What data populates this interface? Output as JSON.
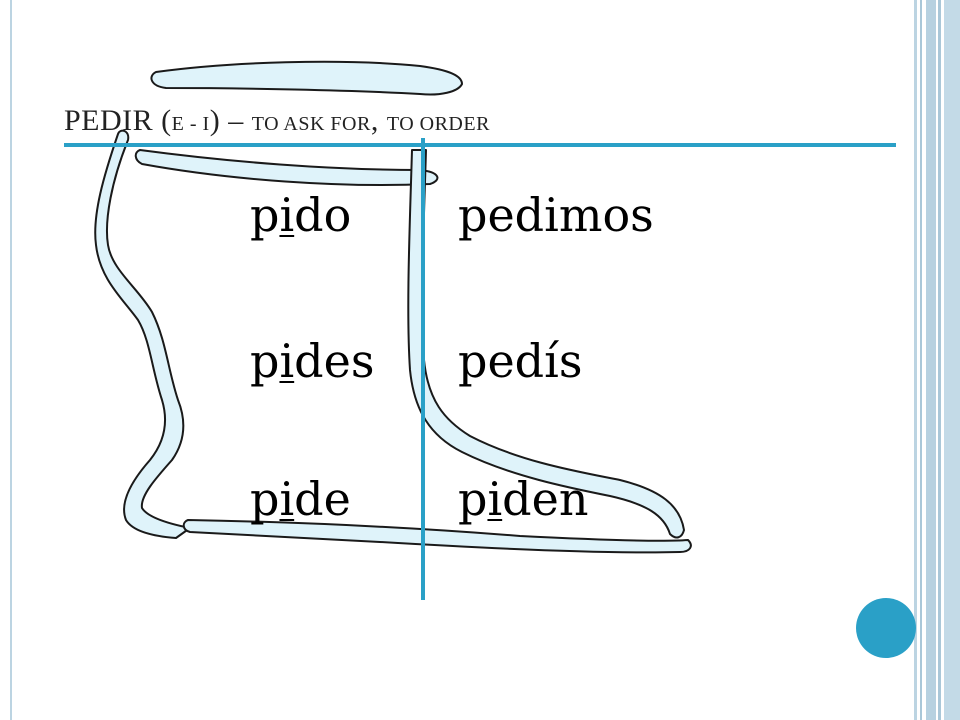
{
  "title": {
    "main": "PEDIR (",
    "sc1": "e - i",
    "close": ") – ",
    "sc2": "to ask for",
    "comma": ", ",
    "sc3": "to order"
  },
  "conjugations": {
    "yo": {
      "pre": "p",
      "stem": "i",
      "post": "do"
    },
    "tu": {
      "pre": "p",
      "stem": "i",
      "post": "des"
    },
    "el": {
      "pre": "p",
      "stem": "i",
      "post": "de"
    },
    "nosotros": {
      "text": "pedimos"
    },
    "vosotros": {
      "text": "pedís"
    },
    "ellos": {
      "pre": "p",
      "stem": "i",
      "post": "den"
    }
  },
  "colors": {
    "accent": "#2aa0c7",
    "boot_fill": "#dff3fa",
    "stripe_light": "#bcd4e2"
  }
}
